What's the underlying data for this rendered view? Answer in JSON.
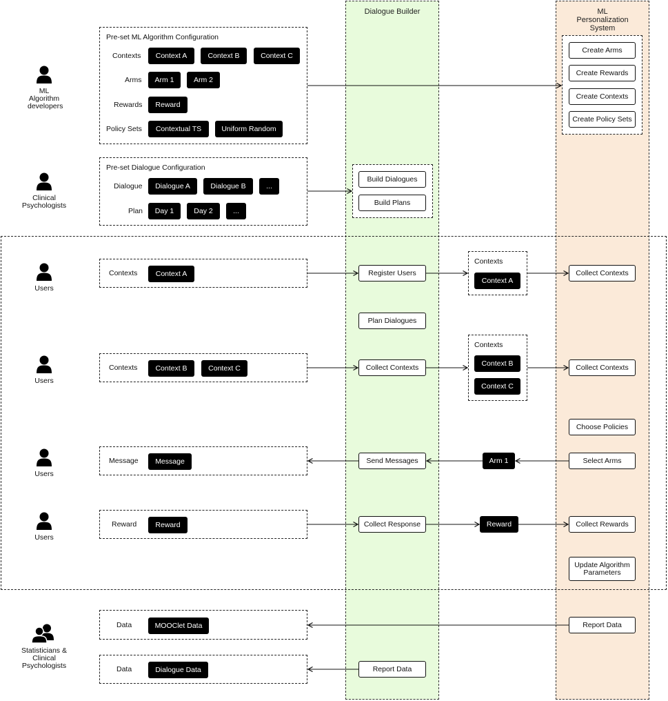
{
  "lanes": {
    "dialogue_builder": "Dialogue Builder",
    "ml_personalization": "ML Personalization System"
  },
  "actors": {
    "ml_devs": "ML Algorithm developers",
    "clinical": "Clinical Psychologists",
    "users1": "Users",
    "users2": "Users",
    "users3": "Users",
    "users4": "Users",
    "stats": "Statisticians & Clinical Psychologists"
  },
  "ml_config": {
    "title": "Pre-set ML Algorithm Configuration",
    "contexts_label": "Contexts",
    "contexts": [
      "Context A",
      "Context B",
      "Context C"
    ],
    "arms_label": "Arms",
    "arms": [
      "Arm 1",
      "Arm 2"
    ],
    "rewards_label": "Rewards",
    "rewards": [
      "Reward"
    ],
    "policy_label": "Policy Sets",
    "policies": [
      "Contextual TS",
      "Uniform Random"
    ]
  },
  "dialogue_config": {
    "title": "Pre-set Dialogue Configuration",
    "dialogue_label": "Dialogue",
    "dialogues": [
      "Dialogue A",
      "Dialogue B",
      "..."
    ],
    "plan_label": "Plan",
    "plans": [
      "Day 1",
      "Day 2",
      "..."
    ]
  },
  "ml_setup": [
    "Create Arms",
    "Create Rewards",
    "Create Contexts",
    "Create Policy Sets"
  ],
  "db_setup": [
    "Build Dialogues",
    "Build Plans"
  ],
  "row_register": {
    "label": "Contexts",
    "chip": "Context A",
    "db_step": "Register Users",
    "mid_title": "Contexts",
    "mid_chip": "Context A",
    "ml_step": "Collect Contexts"
  },
  "plan_dialogues": "Plan Dialogues",
  "row_collect": {
    "label": "Contexts",
    "chips": [
      "Context B",
      "Context C"
    ],
    "db_step": "Collect Contexts",
    "mid_title": "Contexts",
    "mid_chips": [
      "Context B",
      "Context C"
    ],
    "ml_step": "Collect Contexts"
  },
  "choose_policies": "Choose Policies",
  "row_message": {
    "label": "Message",
    "chip": "Message",
    "db_step": "Send Messages",
    "mid_chip": "Arm 1",
    "ml_step": "Select Arms"
  },
  "row_reward": {
    "label": "Reward",
    "chip": "Reward",
    "db_step": "Collect Response",
    "mid_chip": "Reward",
    "ml_step": "Collect Rewards"
  },
  "update_params": "Update Algorithm Parameters",
  "row_data1": {
    "label": "Data",
    "chip": "MOOClet Data",
    "ml_step": "Report Data"
  },
  "row_data2": {
    "label": "Data",
    "chip": "Dialogue Data",
    "db_step": "Report Data"
  }
}
